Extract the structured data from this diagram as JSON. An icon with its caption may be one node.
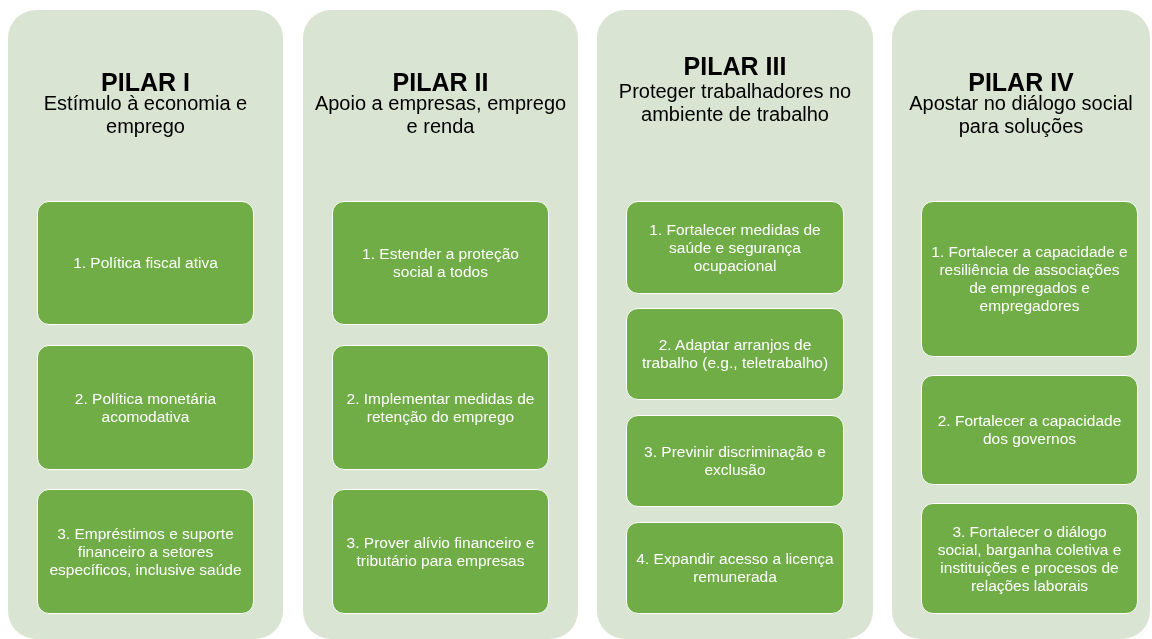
{
  "diagram": {
    "nodes": [
      {
        "text": [
          "PILAR I",
          "Estímulo à economia e emprego"
        ]
      },
      {
        "text": [
          "1. Política fiscal ativa"
        ],
        "in": 0
      },
      {
        "text": [
          "2. Política monetária acomodativa"
        ],
        "in": 0
      },
      {
        "text": [
          "3. Empréstimos e suporte financeiro a setores específicos, inclusive saúde"
        ],
        "in": 0
      },
      {
        "text": [
          "PILAR II",
          "Apoio a empresas, emprego e renda"
        ]
      },
      {
        "text": [
          "1. Estender a proteção social a todos"
        ],
        "in": 4
      },
      {
        "text": [
          "2. Implementar medidas de retenção do emprego"
        ],
        "in": 4
      },
      {
        "text": [
          "3. Prover alívio financeiro e tributário para empresas"
        ],
        "in": 4
      },
      {
        "text": [
          "PILAR III",
          "Proteger trabalhadores no ambiente de trabalho"
        ]
      },
      {
        "text": [
          "1. Fortalecer medidas de saúde e segurança ocupacional"
        ],
        "in": 8
      },
      {
        "text": [
          "2. Adaptar arranjos de trabalho (e.g., teletrabalho)"
        ],
        "in": 8
      },
      {
        "text": [
          "3. Previnir discriminação e exclusão"
        ],
        "in": 8
      },
      {
        "text": [
          "4. Expandir acesso a licença remunerada"
        ],
        "in": 8
      },
      {
        "text": [
          "PILAR IV",
          "Apostar no diálogo social para soluções"
        ]
      },
      {
        "text": [
          "1. Fortalecer a capacidade e resiliência de associações de empregados e empregadores"
        ],
        "in": 13
      },
      {
        "text": [
          "2. Fortalecer a capacidade dos governos"
        ],
        "in": 13
      },
      {
        "text": [
          "3. Fortalecer o diálogo social, barganha coletiva e instituições e procesos de relações laborais"
        ],
        "in": 13
      }
    ]
  }
}
